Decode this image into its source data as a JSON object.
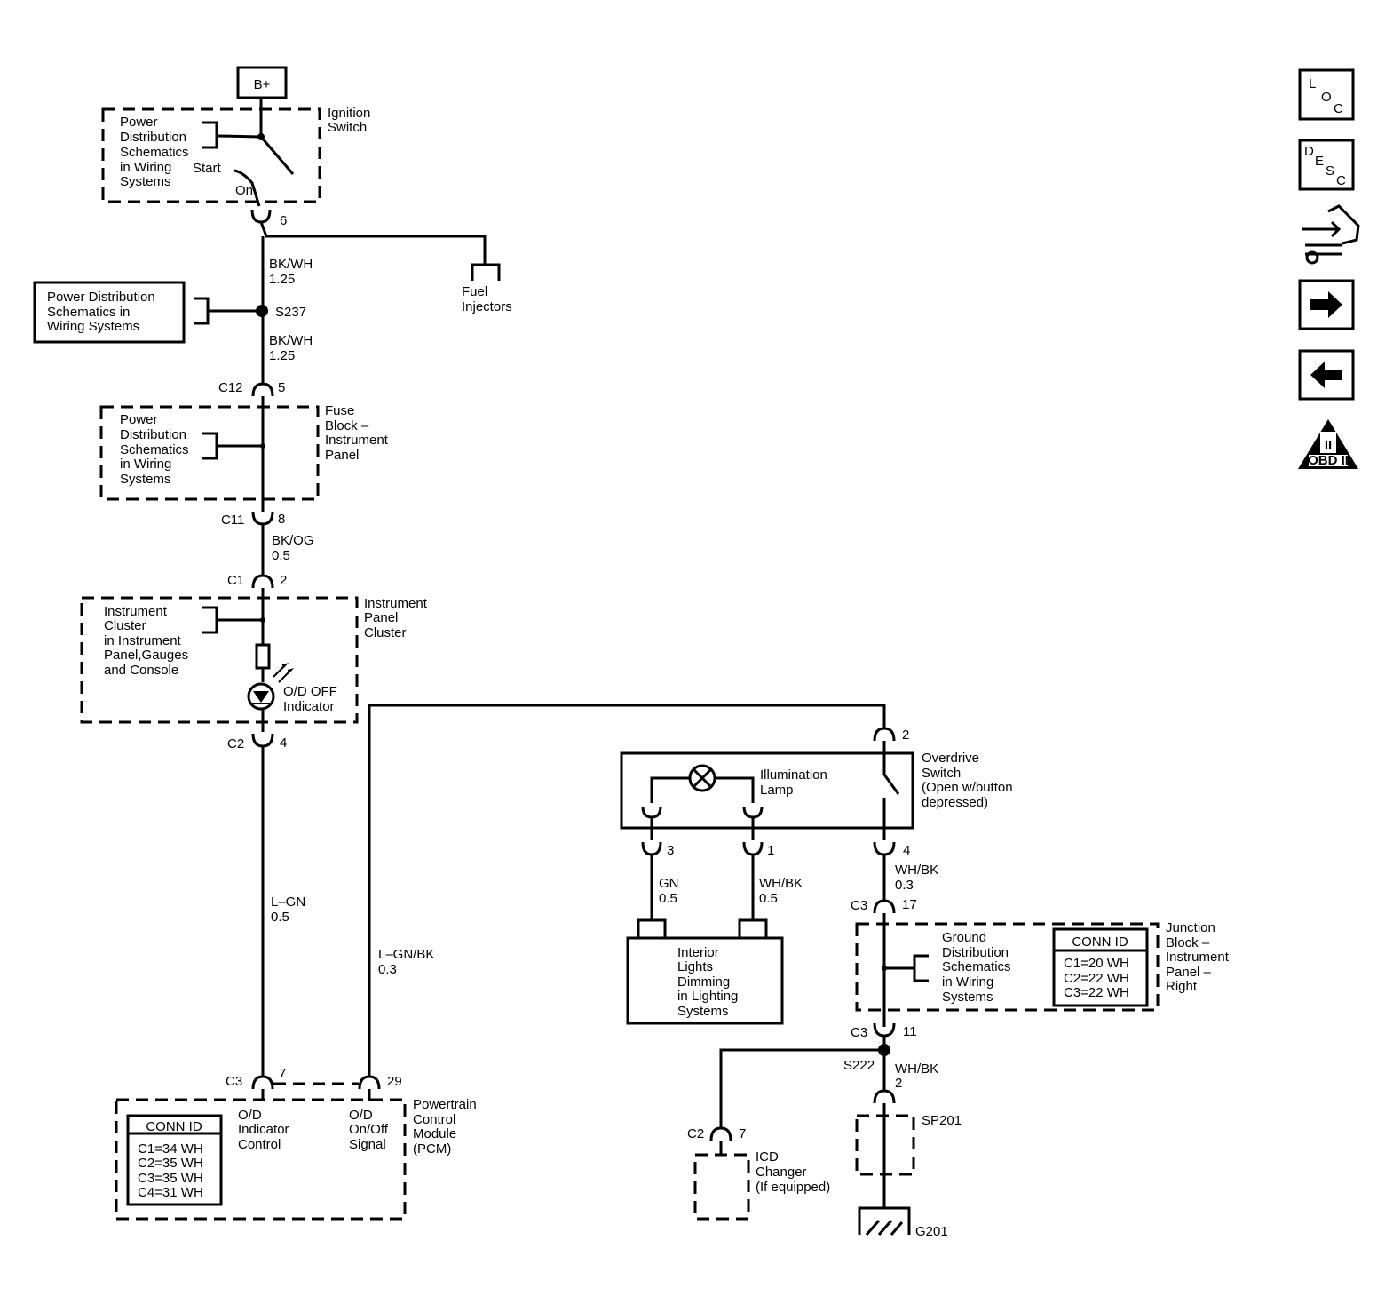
{
  "supply": {
    "label": "B+"
  },
  "ignition_switch": {
    "name": [
      "Ignition",
      "Switch"
    ],
    "ref": [
      "Power",
      "Distribution",
      "Schematics",
      "in Wiring",
      "Systems"
    ],
    "start": "Start",
    "on": "On",
    "pin": "6"
  },
  "fuel_injectors": [
    "Fuel",
    "Injectors"
  ],
  "splice_s237": {
    "ref": [
      "Power Distribution",
      "Schematics in",
      "Wiring Systems"
    ],
    "name": "S237"
  },
  "wires": {
    "w1": [
      "BK/WH",
      "1.25"
    ],
    "w2": [
      "BK/WH",
      "1.25"
    ],
    "w3": [
      "BK/OG",
      "0.5"
    ],
    "w4": [
      "L–GN",
      "0.5"
    ],
    "w5": [
      "L–GN/BK",
      "0.3"
    ],
    "w6": [
      "GN",
      "0.5"
    ],
    "w7": [
      "WH/BK",
      "0.5"
    ],
    "w8": [
      "WH/BK",
      "0.3"
    ],
    "w9": [
      "WH/BK",
      "2"
    ]
  },
  "fuse_block": {
    "name": [
      "Fuse",
      "Block –",
      "Instrument",
      "Panel"
    ],
    "ref": [
      "Power",
      "Distribution",
      "Schematics",
      "in Wiring",
      "Systems"
    ],
    "c12": "C12",
    "c12_pin": "5",
    "c11": "C11",
    "c11_pin": "8"
  },
  "instrument_cluster": {
    "name": [
      "Instrument",
      "Panel",
      "Cluster"
    ],
    "ref": [
      "Instrument",
      "Cluster",
      "in Instrument",
      "Panel,Gauges",
      "and Console"
    ],
    "indicator": [
      "O/D OFF",
      "Indicator"
    ],
    "c1": "C1",
    "c1_pin": "2",
    "c2": "C2",
    "c2_pin": "4"
  },
  "pcm": {
    "name": [
      "Powertrain",
      "Control",
      "Module",
      "(PCM)"
    ],
    "c3": "C3",
    "pin7": "7",
    "pin29": "29",
    "od_control": [
      "O/D",
      "Indicator",
      "Control"
    ],
    "od_signal": [
      "O/D",
      "On/Off",
      "Signal"
    ],
    "conn_title": "CONN ID",
    "conn": [
      "C1=34 WH",
      "C2=35 WH",
      "C3=35 WH",
      "C4=31 WH"
    ]
  },
  "overdrive_switch": {
    "name": [
      "Overdrive",
      "Switch",
      "(Open w/button",
      "depressed)"
    ],
    "lamp": [
      "Illumination",
      "Lamp"
    ],
    "pin2": "2",
    "pin3": "3",
    "pin1": "1",
    "pin4": "4"
  },
  "interior_lights": [
    "Interior",
    "Lights",
    "Dimming",
    "in Lighting",
    "Systems"
  ],
  "junction_block": {
    "name": [
      "Junction",
      "Block –",
      "Instrument",
      "Panel –",
      "Right"
    ],
    "ref": [
      "Ground",
      "Distribution",
      "Schematics",
      "in Wiring",
      "Systems"
    ],
    "conn_title": "CONN ID",
    "conn": [
      "C1=20 WH",
      "C2=22 WH",
      "C3=22 WH"
    ],
    "c3_top": "C3",
    "pin17": "17",
    "c3_bot": "C3",
    "pin11": "11"
  },
  "splice_s222": {
    "name": "S222"
  },
  "icd_changer": {
    "name": [
      "ICD",
      "Changer",
      "(If equipped)"
    ],
    "c2": "C2",
    "pin": "7"
  },
  "sp201": {
    "name": "SP201"
  },
  "ground_g201": {
    "name": "G201"
  },
  "nav": {
    "loc": [
      "L",
      "O",
      "C"
    ],
    "desc": [
      "D",
      "E",
      "S",
      "C"
    ],
    "obd_numeral": "II",
    "obd_label": "OBD II"
  }
}
